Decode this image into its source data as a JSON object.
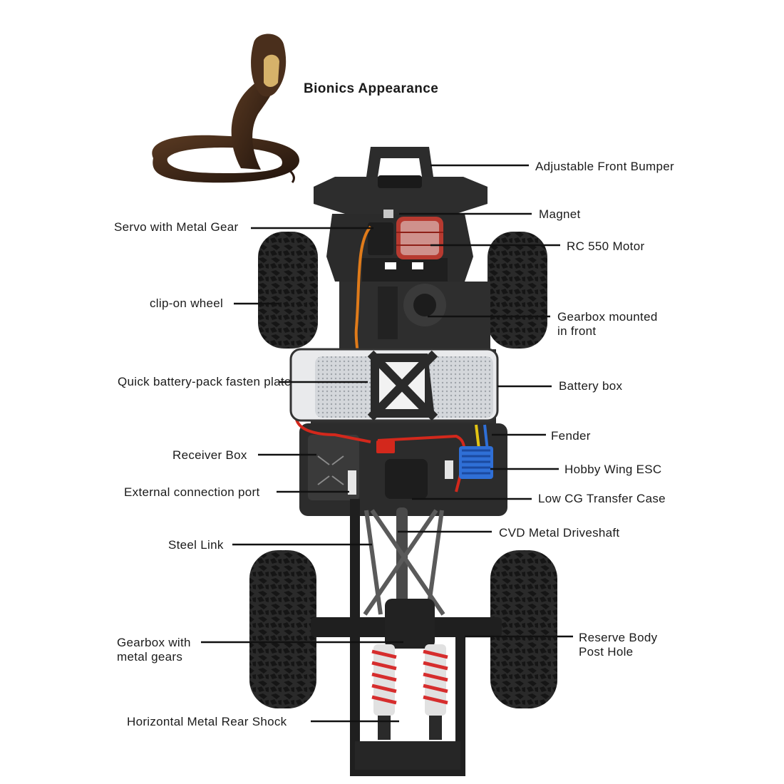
{
  "title": "Bionics Appearance",
  "labels": {
    "front_bumper": "Adjustable Front Bumper",
    "magnet": "Magnet",
    "servo": "Servo with Metal Gear",
    "motor": "RC 550 Motor",
    "wheel": "clip-on wheel",
    "gearbox_front_1": "Gearbox mounted",
    "gearbox_front_2": "in front",
    "battery_plate": "Quick battery-pack fasten plate",
    "battery_box": "Battery box",
    "fender": "Fender",
    "receiver": "Receiver Box",
    "esc": "Hobby Wing ESC",
    "port": "External connection port",
    "transfer": "Low CG Transfer Case",
    "steel_link": "Steel Link",
    "driveshaft": "CVD Metal Driveshaft",
    "gearbox_metal_1": "Gearbox with",
    "gearbox_metal_2": "metal gears",
    "body_post_1": "Reserve Body",
    "body_post_2": "Post Hole",
    "rear_shock": "Horizontal Metal Rear Shock"
  },
  "colors": {
    "chassis": "#2a2a2a",
    "tire": "#232323",
    "snake": "#3a2418",
    "snake_belly": "#c9a35a",
    "wire_red": "#d3281c",
    "wire_orange": "#e07b1a",
    "esc_blue": "#2f6fd6",
    "spring_red": "#d62d2d",
    "battery": "#c9cdd2"
  }
}
